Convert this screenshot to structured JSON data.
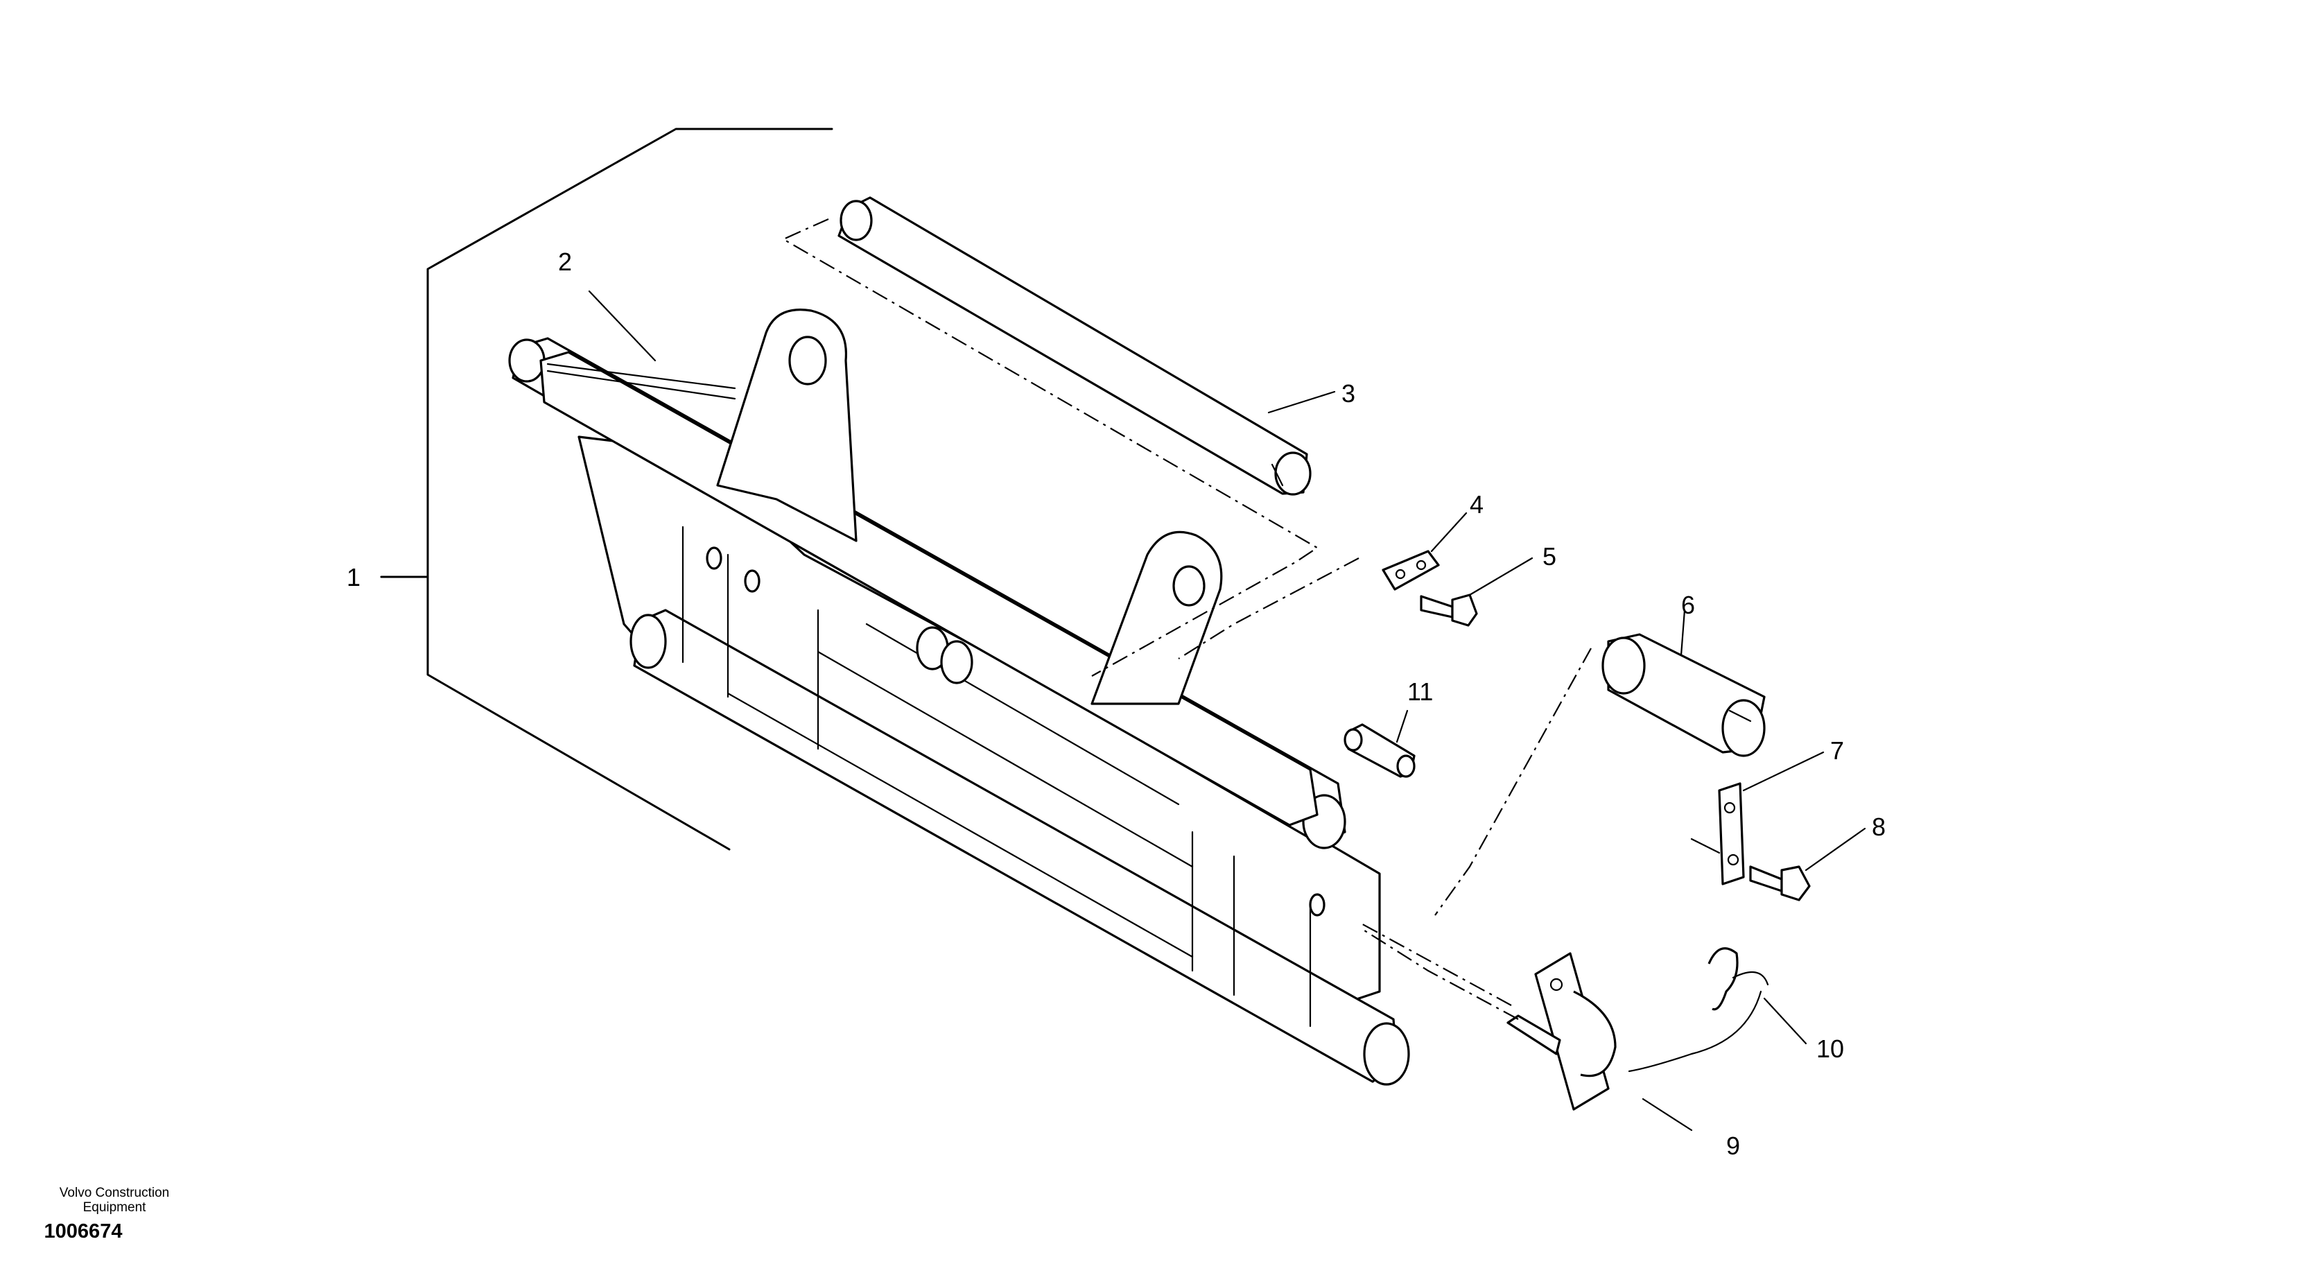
{
  "callouts": {
    "c1": "1",
    "c2": "2",
    "c3": "3",
    "c4": "4",
    "c5": "5",
    "c6": "6",
    "c7": "7",
    "c8": "8",
    "c9": "9",
    "c10": "10",
    "c11": "11"
  },
  "footer": {
    "brand_line1": "Volvo Construction",
    "brand_line2": "Equipment",
    "doc_number": "1006674"
  }
}
